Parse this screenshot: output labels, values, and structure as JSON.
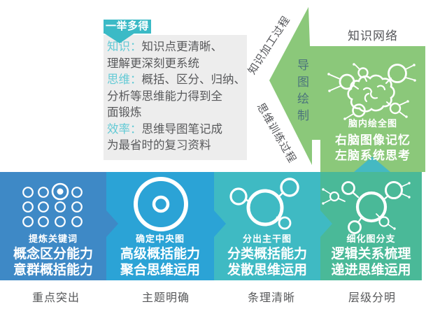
{
  "colors": {
    "badge_teal": "#3bbac6",
    "panel_gray": "#ededed",
    "keyword_teal": "#63cad5",
    "body_text": "#58595b",
    "panel_green": "#8bc87a",
    "step1_blue": "#3e89c6",
    "step2_blue": "#2ba3d6",
    "step3_teal": "#3fbac3",
    "step4_green": "#4ab998",
    "pointer_teal": "#45b9c2"
  },
  "badge": {
    "label": "一举多得"
  },
  "benefits": {
    "lines": [
      {
        "k": "知识：",
        "t": "知识点更清晰、"
      },
      {
        "k": "",
        "t": "理解更深刻更系统"
      },
      {
        "k": "思维：",
        "t": "概括、区分、归纳、"
      },
      {
        "k": "",
        "t": "分析等思维能力得到全"
      },
      {
        "k": "",
        "t": "面锻炼"
      },
      {
        "k": "效率：",
        "t": "思维导图笔记成"
      },
      {
        "k": "",
        "t": "为最省时的复习资料"
      }
    ]
  },
  "process": {
    "knowledge_flow": "知识加工过程",
    "thinking_flow": "思维训练过程",
    "map_drawing": "导图绘制",
    "knowledge_network": "知识网络"
  },
  "brain_panel": {
    "caption": "脑内绘全图",
    "line1": "右脑图像记忆",
    "line2": "左脑系统思考"
  },
  "steps": [
    {
      "label": "提炼关键词",
      "line1": "概念区分能力",
      "line2": "意群概括能力",
      "caption": "重点突出",
      "icon": "keywords-dot-grid-icon"
    },
    {
      "label": "确定中央图",
      "line1": "高级概括能力",
      "line2": "聚合思维运用",
      "caption": "主题明确",
      "icon": "central-circle-icon"
    },
    {
      "label": "分出主干图",
      "line1": "分类概括能力",
      "line2": "发散思维运用",
      "caption": "条理清晰",
      "icon": "main-branches-icon"
    },
    {
      "label": "细化图分支",
      "line1": "逻辑关系梳理",
      "line2": "递进思维运用",
      "caption": "层级分明",
      "icon": "detail-branches-icon"
    }
  ]
}
